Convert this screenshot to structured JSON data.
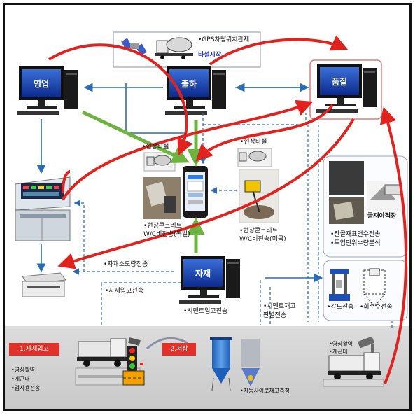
{
  "gps_box": {
    "label": "•GPS차량위치관제",
    "sublabel": "타설시작"
  },
  "nodes": {
    "sales": "영업",
    "shipping": "출하",
    "quality": "품질",
    "materials": "자재"
  },
  "phone_panel": {
    "left_top": "•현장타설",
    "left_bottom_1": "•현장콘크리트",
    "left_bottom_2": "W/C비전송(독일)",
    "right_top": "•현장타설",
    "right_bottom_1": "•현장콘크리트",
    "right_bottom_2": "W/C비전송(미국)"
  },
  "aggregate_panel": {
    "photo_label": "골재야적장",
    "bullet_1": "•잔골재표면수전송",
    "bullet_2": "•투입단위수량분석"
  },
  "test_panel": {
    "label_1": "•강도전송",
    "label_2": "•회수수전송"
  },
  "flows": {
    "material_usage": "•자재소모량전송",
    "material_receipt": "•자재입고전송",
    "cement_receipt": "•시멘트입고전송",
    "cement_stock_1": "•시멘트재고",
    "cement_stock_2": "판별전송"
  },
  "bottom": {
    "step1": "1.자재입고",
    "step1_bullets": [
      "•영상촬영",
      "•계근대",
      "•업사용전송"
    ],
    "step2": "2.저장",
    "silo_label": "•자동사이로재고측정",
    "right_label_1": "•영상촬영",
    "right_label_2": "•계근대"
  },
  "colors": {
    "red_arrow": "#e0231e",
    "blue_arrow": "#2a6db5",
    "green_arrow": "#6cb33f",
    "step_tag": "#e0322b"
  }
}
